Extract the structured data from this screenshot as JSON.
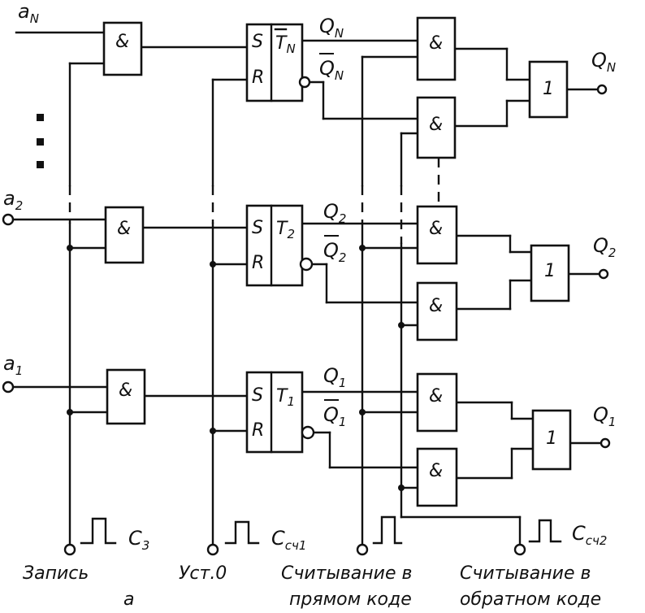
{
  "inputs": {
    "aN": {
      "base": "a",
      "sub": "N"
    },
    "a2": {
      "base": "a",
      "sub": "2"
    },
    "a1": {
      "base": "a",
      "sub": "1"
    }
  },
  "gate_labels": {
    "and": "&",
    "or": "1"
  },
  "flipflops": {
    "s": "S",
    "r": "R",
    "tN": {
      "base": "T",
      "sub": "N"
    },
    "t2": {
      "base": "T",
      "sub": "2"
    },
    "t1": {
      "base": "T",
      "sub": "1"
    }
  },
  "signals": {
    "qN": {
      "base": "Q",
      "sub": "N"
    },
    "qNbar": {
      "base": "Q",
      "sub": "N"
    },
    "q2": {
      "base": "Q",
      "sub": "2"
    },
    "q2bar": {
      "base": "Q",
      "sub": "2"
    },
    "q1": {
      "base": "Q",
      "sub": "1"
    },
    "q1bar": {
      "base": "Q",
      "sub": "1"
    }
  },
  "outputs": {
    "qN": {
      "base": "Q",
      "sub": "N"
    },
    "q2": {
      "base": "Q",
      "sub": "2"
    },
    "q1": {
      "base": "Q",
      "sub": "1"
    }
  },
  "pulses": {
    "c3": {
      "base": "C",
      "sub": "3"
    },
    "csch1": {
      "base": "C",
      "sub": "сч1"
    },
    "csch2": {
      "base": "C",
      "sub": "сч2"
    }
  },
  "captions": {
    "write": "Запись",
    "reset": "Уст.0",
    "read_direct_line1": "Считывание в",
    "read_direct_line2": "прямом коде",
    "read_inverse_line1": "Считывание в",
    "read_inverse_line2": "обратном коде",
    "figure_letter": "а"
  }
}
